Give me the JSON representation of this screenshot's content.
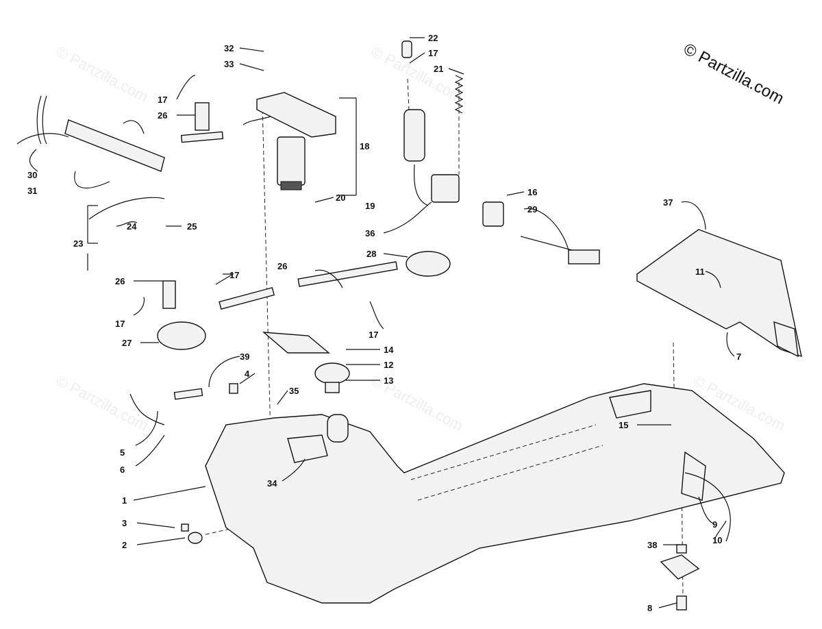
{
  "copyright": "© Partzilla.com",
  "watermark": "© Partzilla.com",
  "callouts": [
    {
      "id": "1",
      "label": "1"
    },
    {
      "id": "2",
      "label": "2"
    },
    {
      "id": "3",
      "label": "3"
    },
    {
      "id": "4",
      "label": "4"
    },
    {
      "id": "5",
      "label": "5"
    },
    {
      "id": "6",
      "label": "6"
    },
    {
      "id": "7",
      "label": "7"
    },
    {
      "id": "8",
      "label": "8"
    },
    {
      "id": "9",
      "label": "9"
    },
    {
      "id": "10",
      "label": "10"
    },
    {
      "id": "11",
      "label": "11"
    },
    {
      "id": "12",
      "label": "12"
    },
    {
      "id": "13",
      "label": "13"
    },
    {
      "id": "14",
      "label": "14"
    },
    {
      "id": "15",
      "label": "15"
    },
    {
      "id": "16",
      "label": "16"
    },
    {
      "id": "17",
      "label": "17"
    },
    {
      "id": "18",
      "label": "18"
    },
    {
      "id": "19",
      "label": "19"
    },
    {
      "id": "20",
      "label": "20"
    },
    {
      "id": "21",
      "label": "21"
    },
    {
      "id": "22",
      "label": "22"
    },
    {
      "id": "23",
      "label": "23"
    },
    {
      "id": "24",
      "label": "24"
    },
    {
      "id": "25",
      "label": "25"
    },
    {
      "id": "26",
      "label": "26"
    },
    {
      "id": "27",
      "label": "27"
    },
    {
      "id": "28",
      "label": "28"
    },
    {
      "id": "29",
      "label": "29"
    },
    {
      "id": "30",
      "label": "30"
    },
    {
      "id": "31",
      "label": "31"
    },
    {
      "id": "32",
      "label": "32"
    },
    {
      "id": "33",
      "label": "33"
    },
    {
      "id": "34",
      "label": "34"
    },
    {
      "id": "35",
      "label": "35"
    },
    {
      "id": "36",
      "label": "36"
    },
    {
      "id": "37",
      "label": "37"
    },
    {
      "id": "38",
      "label": "38"
    },
    {
      "id": "39",
      "label": "39"
    }
  ]
}
